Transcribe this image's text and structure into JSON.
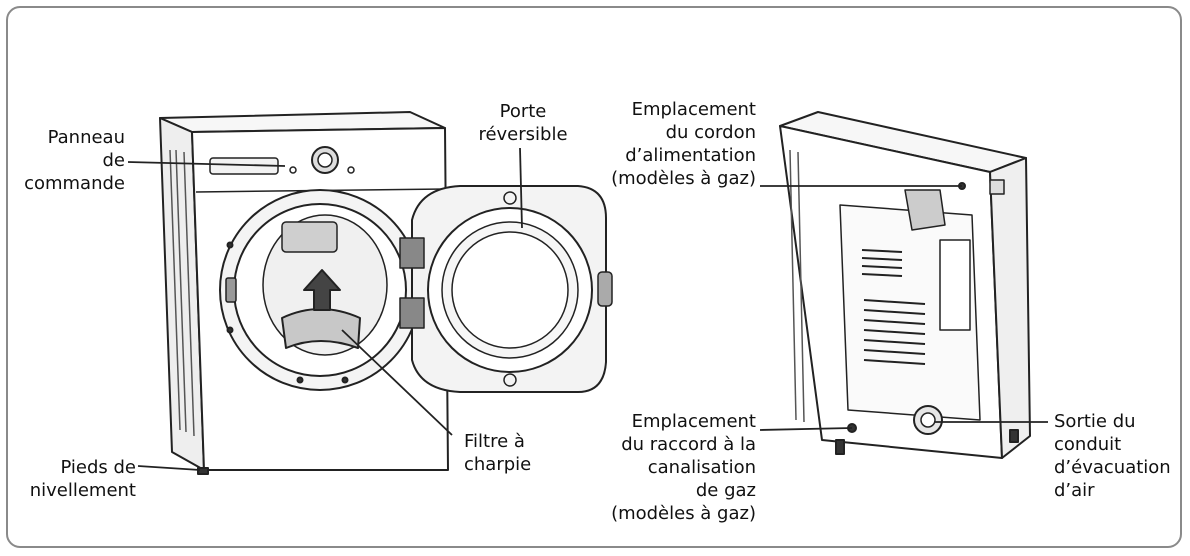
{
  "labels": {
    "control_panel": "Panneau\nde\ncommande",
    "reversible_door": "Porte\nréversible",
    "power_cord_location": "Emplacement\ndu cordon\nd’alimentation\n(modèles à gaz)",
    "lint_filter": "Filtre à\ncharpie",
    "leveling_feet": "Pieds de\nnivellement",
    "gas_connection_location": "Emplacement\ndu raccord à la\ncanalisation\nde gaz\n(modèles à gaz)",
    "exhaust_outlet": "Sortie du\nconduit\nd’évacuation\nd’air"
  }
}
